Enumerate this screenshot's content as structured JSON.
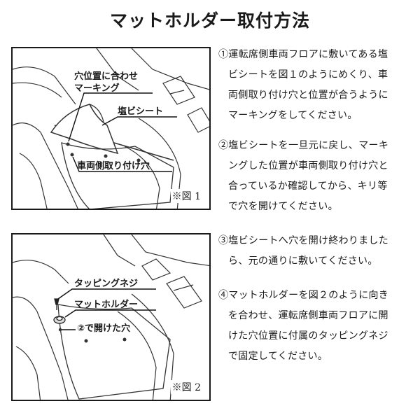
{
  "title": "マットホルダー取付方法",
  "figure1": {
    "caption": "※図 1",
    "callouts": {
      "align": [
        "穴位置に合わせ",
        "マーキング"
      ],
      "sheet": "塩ビシート",
      "hole": "車両側取り付け穴"
    }
  },
  "figure2": {
    "caption": "※図 2",
    "callouts": {
      "screw": "タッピングネジ",
      "holder": "マットホルダー",
      "drilled": "②で開けた穴"
    }
  },
  "steps": [
    {
      "lines": [
        "①運転席側車両フロアに敷いてある塩",
        "ビシートを図１のようにめくり、車",
        "両側取り付け穴と位置が合うように",
        "マーキングをしてください。"
      ]
    },
    {
      "lines": [
        "②塩ビシートを一旦元に戻し、マーキ",
        "ングした位置が車両側取り付け穴と",
        "合っているか確認してから、キリ等",
        "で穴を開けてください。"
      ]
    },
    {
      "lines": [
        "③塩ビシートへ穴を開け終わりました",
        "ら、元の通りに敷いてください。"
      ]
    },
    {
      "lines": [
        "④マットホルダーを図２のように向き",
        "を合わせ、運転席側車両フロアに開",
        "けた穴位置に付属のタッピングネジ",
        "で固定してください。"
      ]
    }
  ]
}
